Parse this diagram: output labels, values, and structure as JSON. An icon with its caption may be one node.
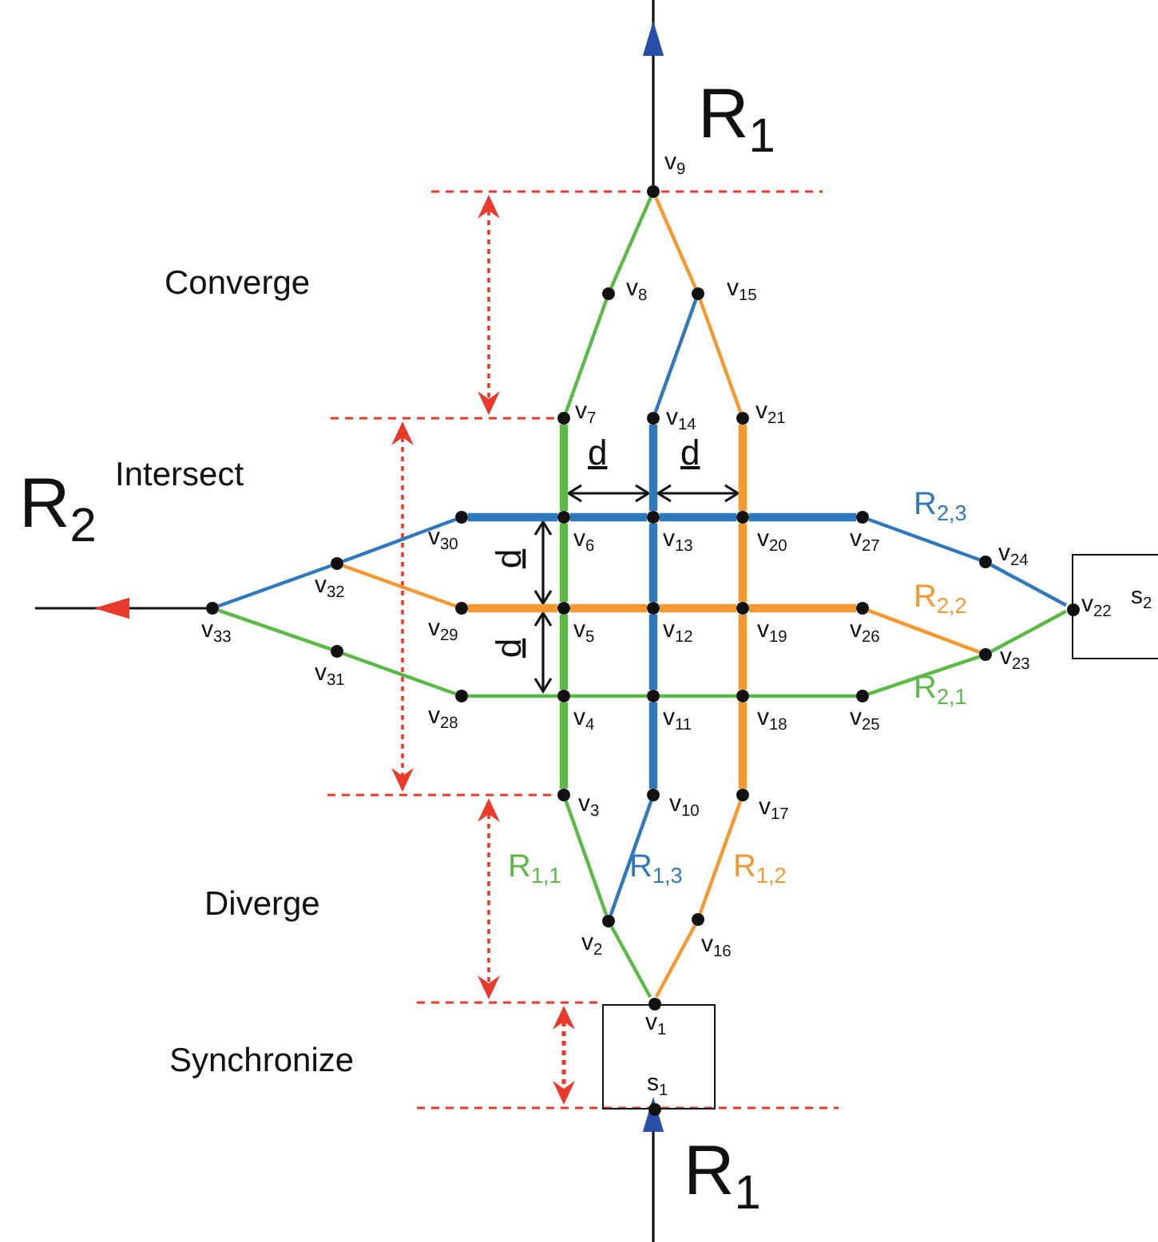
{
  "diagram": {
    "nodes": [
      {
        "text": [],
        "shape": "box"
      },
      {
        "text": [
          "s$_{1}$"
        ],
        "in": 0
      },
      {
        "text": [
          "v$_{1}$"
        ],
        "in": 0
      },
      {
        "text": [
          "v$_{2}$"
        ]
      },
      {
        "text": [
          "v$_{3}$"
        ]
      },
      {
        "text": [
          "v$_{4}$"
        ]
      },
      {
        "text": [
          "v$_{5}$"
        ]
      },
      {
        "text": [
          "v$_{6}$"
        ]
      },
      {
        "text": [
          "v$_{7}$"
        ]
      },
      {
        "text": [
          "v$_{8}$"
        ]
      },
      {
        "text": [
          "v$_{9}$"
        ]
      },
      {
        "text": [
          "v$_{10}$"
        ]
      },
      {
        "text": [
          "v$_{11}$"
        ]
      },
      {
        "text": [
          "v$_{12}$"
        ]
      },
      {
        "text": [
          "v$_{13}$"
        ]
      },
      {
        "text": [
          "v$_{14}$"
        ]
      },
      {
        "text": [
          "v$_{15}$"
        ]
      },
      {
        "text": [
          "v$_{16}$"
        ]
      },
      {
        "text": [
          "v$_{17}$"
        ]
      },
      {
        "text": [
          "v$_{18}$"
        ]
      },
      {
        "text": [
          "v$_{19}$"
        ]
      },
      {
        "text": [
          "v$_{20}$"
        ]
      },
      {
        "text": [
          "v$_{21}$"
        ]
      },
      {
        "text": [
          "s$_{2}$"
        ]
      },
      {
        "text": [
          "v$_{22}$"
        ],
        "in": 23
      },
      {
        "text": [
          "v$_{23}$"
        ]
      },
      {
        "text": [
          "v$_{24}$"
        ]
      },
      {
        "text": [
          "v$_{25}$"
        ]
      },
      {
        "text": [
          "v$_{26}$"
        ]
      },
      {
        "text": [
          "v$_{27}$"
        ]
      },
      {
        "text": [
          "v$_{28}$"
        ]
      },
      {
        "text": [
          "v$_{29}$"
        ]
      },
      {
        "text": [
          "v$_{30}$"
        ]
      },
      {
        "text": [
          "v$_{31}$"
        ]
      },
      {
        "text": [
          "v$_{32}$"
        ]
      },
      {
        "text": [
          "v$_{33}$"
        ]
      }
    ],
    "edges": [
      {
        "from": 2,
        "to": 3,
        "arrow": "none",
        "color": "#5bb946"
      },
      {
        "from": 3,
        "to": 4,
        "arrow": "none",
        "color": "#5bb946",
        "label": "R$_{1,1}$"
      },
      {
        "from": 4,
        "to": 5,
        "arrow": "none",
        "color": "#5bb946",
        "style": "thick"
      },
      {
        "from": 5,
        "to": 6,
        "arrow": "none",
        "color": "#5bb946",
        "style": "thick"
      },
      {
        "from": 6,
        "to": 7,
        "arrow": "none",
        "color": "#5bb946",
        "style": "thick"
      },
      {
        "from": 7,
        "to": 8,
        "arrow": "none",
        "color": "#5bb946",
        "style": "thick"
      },
      {
        "from": 8,
        "to": 9,
        "arrow": "none",
        "color": "#5bb946"
      },
      {
        "from": 9,
        "to": 10,
        "arrow": "none",
        "color": "#5bb946"
      },
      {
        "from": 3,
        "to": 11,
        "arrow": "none",
        "color": "#2f78bd",
        "label": "R$_{1,3}$"
      },
      {
        "from": 11,
        "to": 12,
        "arrow": "none",
        "color": "#2f78bd",
        "style": "thick"
      },
      {
        "from": 12,
        "to": 13,
        "arrow": "none",
        "color": "#2f78bd",
        "style": "thick"
      },
      {
        "from": 13,
        "to": 14,
        "arrow": "none",
        "color": "#2f78bd",
        "style": "thick"
      },
      {
        "from": 14,
        "to": 15,
        "arrow": "none",
        "color": "#2f78bd",
        "style": "thick"
      },
      {
        "from": 15,
        "to": 16,
        "arrow": "none",
        "color": "#2f78bd"
      },
      {
        "from": 2,
        "to": 17,
        "arrow": "none",
        "color": "#f4982f"
      },
      {
        "from": 17,
        "to": 18,
        "arrow": "none",
        "color": "#f4982f",
        "label": "R$_{1,2}$"
      },
      {
        "from": 18,
        "to": 19,
        "arrow": "none",
        "color": "#f4982f",
        "style": "thick"
      },
      {
        "from": 19,
        "to": 20,
        "arrow": "none",
        "color": "#f4982f",
        "style": "thick"
      },
      {
        "from": 20,
        "to": 21,
        "arrow": "none",
        "color": "#f4982f",
        "style": "thick"
      },
      {
        "from": 21,
        "to": 22,
        "arrow": "none",
        "color": "#f4982f",
        "style": "thick"
      },
      {
        "from": 22,
        "to": 16,
        "arrow": "none",
        "color": "#f4982f"
      },
      {
        "from": 16,
        "to": 10,
        "arrow": "none",
        "color": "#f4982f"
      },
      {
        "from": 24,
        "to": 25,
        "arrow": "none",
        "color": "#5bb946"
      },
      {
        "from": 25,
        "to": 27,
        "arrow": "none",
        "color": "#5bb946",
        "label": "R$_{2,1}$"
      },
      {
        "from": 27,
        "to": 19,
        "arrow": "none",
        "color": "#5bb946"
      },
      {
        "from": 19,
        "to": 12,
        "arrow": "none",
        "color": "#5bb946"
      },
      {
        "from": 12,
        "to": 5,
        "arrow": "none",
        "color": "#5bb946"
      },
      {
        "from": 5,
        "to": 30,
        "arrow": "none",
        "color": "#5bb946"
      },
      {
        "from": 30,
        "to": 33,
        "arrow": "none",
        "color": "#5bb946"
      },
      {
        "from": 33,
        "to": 35,
        "arrow": "none",
        "color": "#5bb946"
      },
      {
        "from": 25,
        "to": 28,
        "arrow": "none",
        "color": "#f4982f",
        "label": "R$_{2,2}$"
      },
      {
        "from": 28,
        "to": 20,
        "arrow": "none",
        "color": "#f4982f",
        "style": "thick"
      },
      {
        "from": 20,
        "to": 13,
        "arrow": "none",
        "color": "#f4982f",
        "style": "thick"
      },
      {
        "from": 13,
        "to": 6,
        "arrow": "none",
        "color": "#f4982f",
        "style": "thick"
      },
      {
        "from": 6,
        "to": 31,
        "arrow": "none",
        "color": "#f4982f",
        "style": "thick"
      },
      {
        "from": 31,
        "to": 34,
        "arrow": "none",
        "color": "#f4982f"
      },
      {
        "from": 24,
        "to": 26,
        "arrow": "none",
        "color": "#2f78bd"
      },
      {
        "from": 26,
        "to": 29,
        "arrow": "none",
        "color": "#2f78bd",
        "label": "R$_{2,3}$"
      },
      {
        "from": 29,
        "to": 21,
        "arrow": "none",
        "color": "#2f78bd",
        "style": "thick"
      },
      {
        "from": 21,
        "to": 14,
        "arrow": "none",
        "color": "#2f78bd",
        "style": "thick"
      },
      {
        "from": 14,
        "to": 7,
        "arrow": "none",
        "color": "#2f78bd",
        "style": "thick"
      },
      {
        "from": 7,
        "to": 32,
        "arrow": "none",
        "color": "#2f78bd",
        "style": "thick"
      },
      {
        "from": 32,
        "to": 34,
        "arrow": "none",
        "color": "#2f78bd"
      },
      {
        "from": 34,
        "to": 35,
        "arrow": "none",
        "color": "#2f78bd"
      },
      {
        "from": 10,
        "to": null,
        "arrow": "to",
        "color": "#111111",
        "label": "R$_{1}$"
      },
      {
        "from": null,
        "to": 1,
        "arrow": "to",
        "color": "#111111",
        "label": "R$_{1}$"
      },
      {
        "from": 35,
        "to": null,
        "arrow": "to",
        "color": "#111111",
        "label": "R$_{2}$"
      }
    ],
    "labels": [
      "Converge",
      "Intersect",
      "d",
      "d",
      "d",
      "d",
      "Diverge",
      "Synchronize"
    ]
  }
}
